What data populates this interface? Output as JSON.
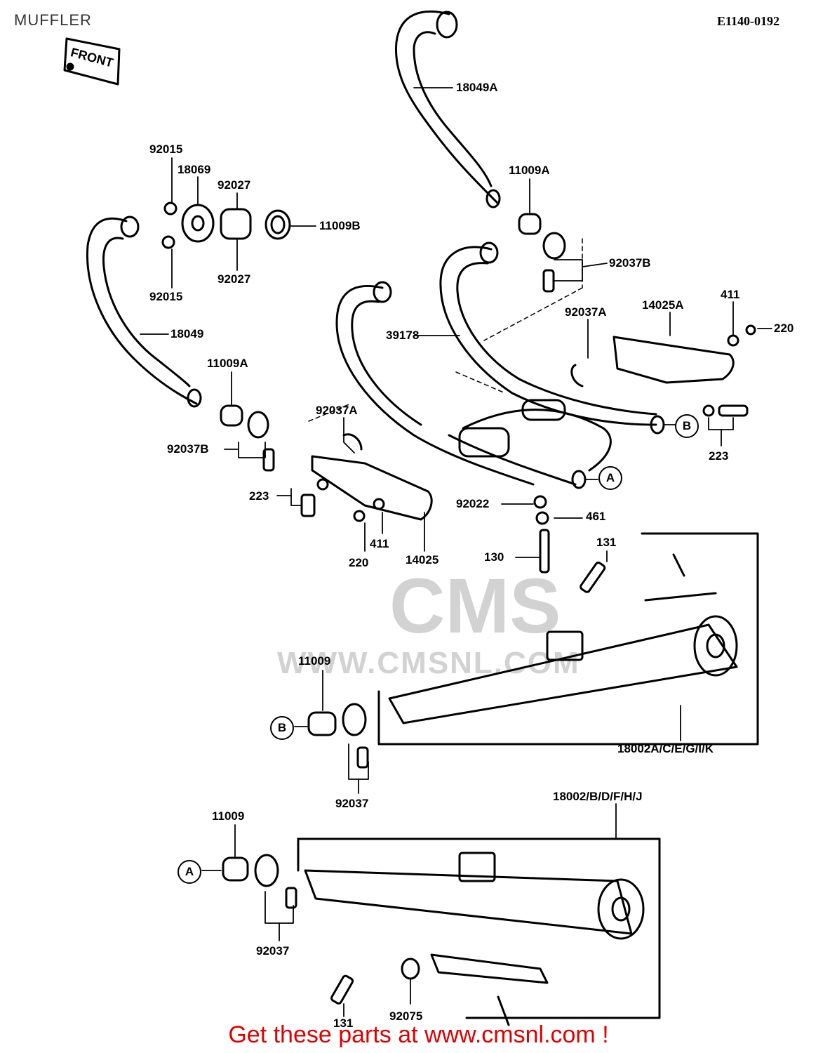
{
  "title": "MUFFLER",
  "diagram_code": "E1140-0192",
  "front_tag": "FRONT",
  "watermark": {
    "brand": "CMS",
    "url": "WWW.CMSNL.COM"
  },
  "footer": "Get these parts at www.cmsnl.com !",
  "callouts": {
    "c1": "A",
    "c2": "B",
    "c3": "B",
    "c4": "A"
  },
  "labels": {
    "l18049A": "18049A",
    "l92015a": "92015",
    "l18069": "18069",
    "l92027a": "92027",
    "l11009B": "11009B",
    "l92027b": "92027",
    "l92015b": "92015",
    "l11009Aa": "11009A",
    "l92037Ba": "92037B",
    "l92037Aa": "92037A",
    "l14025A": "14025A",
    "l411a": "411",
    "l220a": "220",
    "l18049": "18049",
    "l39178": "39178",
    "l11009Ab": "11009A",
    "l92037Ab": "92037A",
    "l92037Bb": "92037B",
    "l223a": "223",
    "l223b": "223",
    "l92022": "92022",
    "l461": "461",
    "l411b": "411",
    "l220b": "220",
    "l14025": "14025",
    "l131a": "131",
    "l130": "130",
    "l11009a": "11009",
    "l18002A": "18002A/C/E/G/I/K",
    "l92037a": "92037",
    "l18002": "18002/B/D/F/H/J",
    "l11009b": "11009",
    "l92037b": "92037",
    "l131b": "131",
    "l92075": "92075"
  }
}
